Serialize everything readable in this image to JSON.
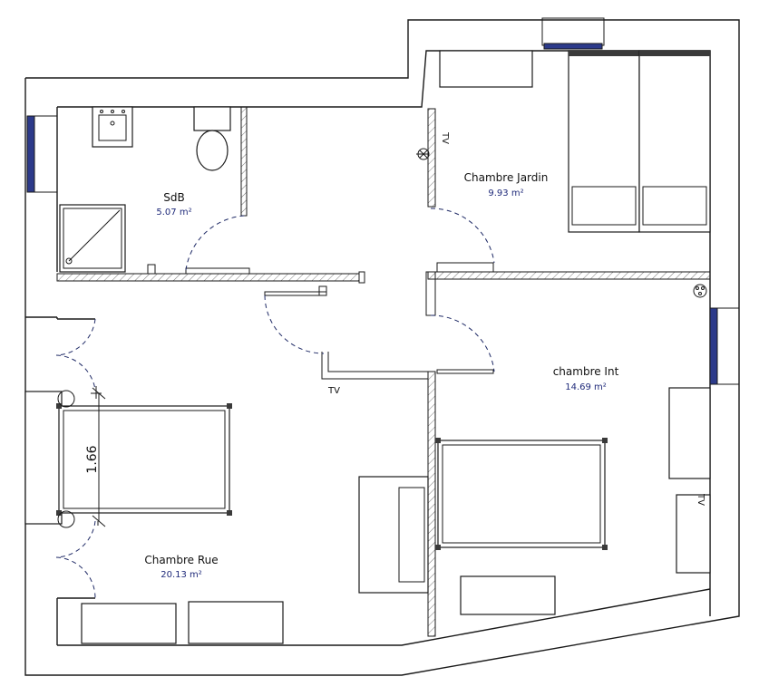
{
  "rooms": {
    "sdb": {
      "name": "SdB",
      "area": "5.07 m²"
    },
    "chambre_jardin": {
      "name": "Chambre Jardin",
      "area": "9.93 m²"
    },
    "chambre_int": {
      "name": "chambre Int",
      "area": "14.69 m²"
    },
    "chambre_rue": {
      "name": "Chambre Rue",
      "area": "20.13 m²"
    }
  },
  "labels": {
    "tv": "TV",
    "bed_dimension": "1.66"
  },
  "colors": {
    "wall": "#1a1a1a",
    "door_swing": "#1f2a66",
    "area_text": "#1f2a7a",
    "window": "#2c3a8a"
  }
}
